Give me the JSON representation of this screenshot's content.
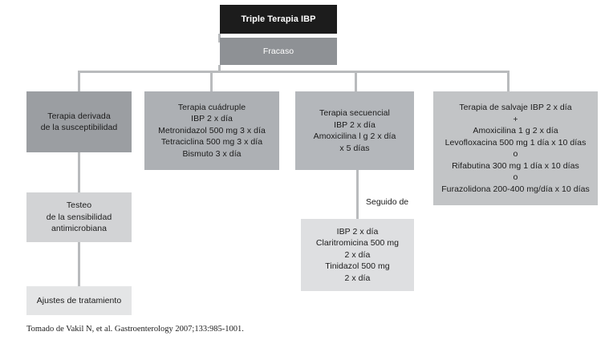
{
  "diagram": {
    "title": "Triple Terapia IBP",
    "nodes": {
      "root": "Triple Terapia IBP",
      "failure": "Fracaso",
      "susceptibility": "Terapia derivada\nde la susceptibilidad",
      "quadruple": "Terapia cuádruple\nIBP  2  x  día\nMetronidazol 500 mg  3 x día\nTetraciclina 500 mg 3 x día\nBismuto 3 x día",
      "sequential": "Terapia secuencial\nIBP  2 x  día\nAmoxicilina  l g  2 x día\nx  5 días",
      "salvage": "Terapia de salvaje  IBP 2 x día\n+\nAmoxicilina  1 g 2 x día\nLevofloxacina 500 mg 1 día x 10 días\no\nRifabutina 300 mg  1 día  x  10 días\no\nFurazolidona 200-400 mg/día  x  10 días",
      "testing": "Testeo\nde la sensibilidad\nantimicrobiana",
      "adjustments": "Ajustes de tratamiento",
      "sequential_followup": "IBP 2 x día\nClaritromicina 500 mg\n2  x  día\nTinidazol 500 mg\n2  x  día"
    },
    "edge_labels": {
      "followed_by": "Seguido de"
    },
    "caption": "Tomado de Vakil N, et al. Gastroenterology 2007;133:985-1001.",
    "colors": {
      "root_bg": "#1c1c1c",
      "failure_bg": "#8e9195",
      "susceptibility_bg": "#9b9ea2",
      "quadruple_bg": "#adb0b4",
      "sequential_bg": "#b4b7bb",
      "salvage_bg": "#c2c4c6",
      "testing_bg": "#d2d3d5",
      "adjustments_bg": "#e4e5e6",
      "sequential_followup_bg": "#dedfe1",
      "connector": "#b9bbbd",
      "text_dark": "#1b1b1b",
      "text_light": "#ffffff"
    }
  }
}
